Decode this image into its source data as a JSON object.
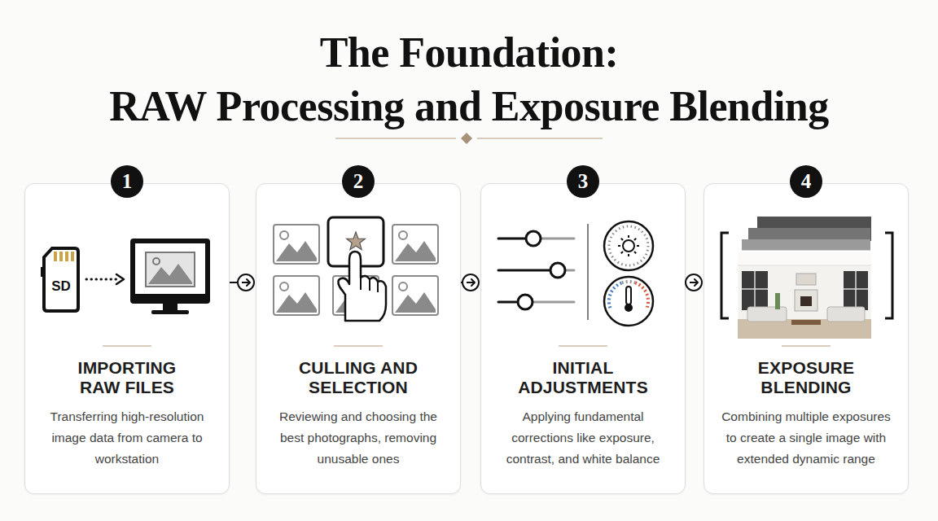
{
  "diagram": {
    "title": "The Foundation: RAW Processing and Exposure Blending",
    "nodes": [
      {
        "text": [
          "IMPORTING RAW FILES",
          "Transferring high-resolution image data from camera to workstation"
        ]
      },
      {
        "text": [
          "1"
        ],
        "in": 0
      },
      {
        "text": [
          "CULLING AND SELECTION",
          "Reviewing and choosing the best photographs, removing unusable ones"
        ]
      },
      {
        "text": [
          "2"
        ],
        "in": 2
      },
      {
        "text": [
          "INITIAL ADJUSTMENTS",
          "Applying fundamental corrections like exposure, contrast, and white balance"
        ]
      },
      {
        "text": [
          "3"
        ],
        "in": 4
      },
      {
        "text": [
          "EXPOSURE BLENDING",
          "Combining multiple exposures to create a single image with extended dynamic range"
        ]
      },
      {
        "text": [
          "4"
        ],
        "in": 6
      }
    ],
    "edges": [
      {
        "from": 0,
        "to": 2,
        "arrow": "to"
      },
      {
        "from": 2,
        "to": 4,
        "arrow": "to"
      },
      {
        "from": 4,
        "to": 6,
        "arrow": "to"
      }
    ],
    "labels": [
      "SD"
    ]
  }
}
